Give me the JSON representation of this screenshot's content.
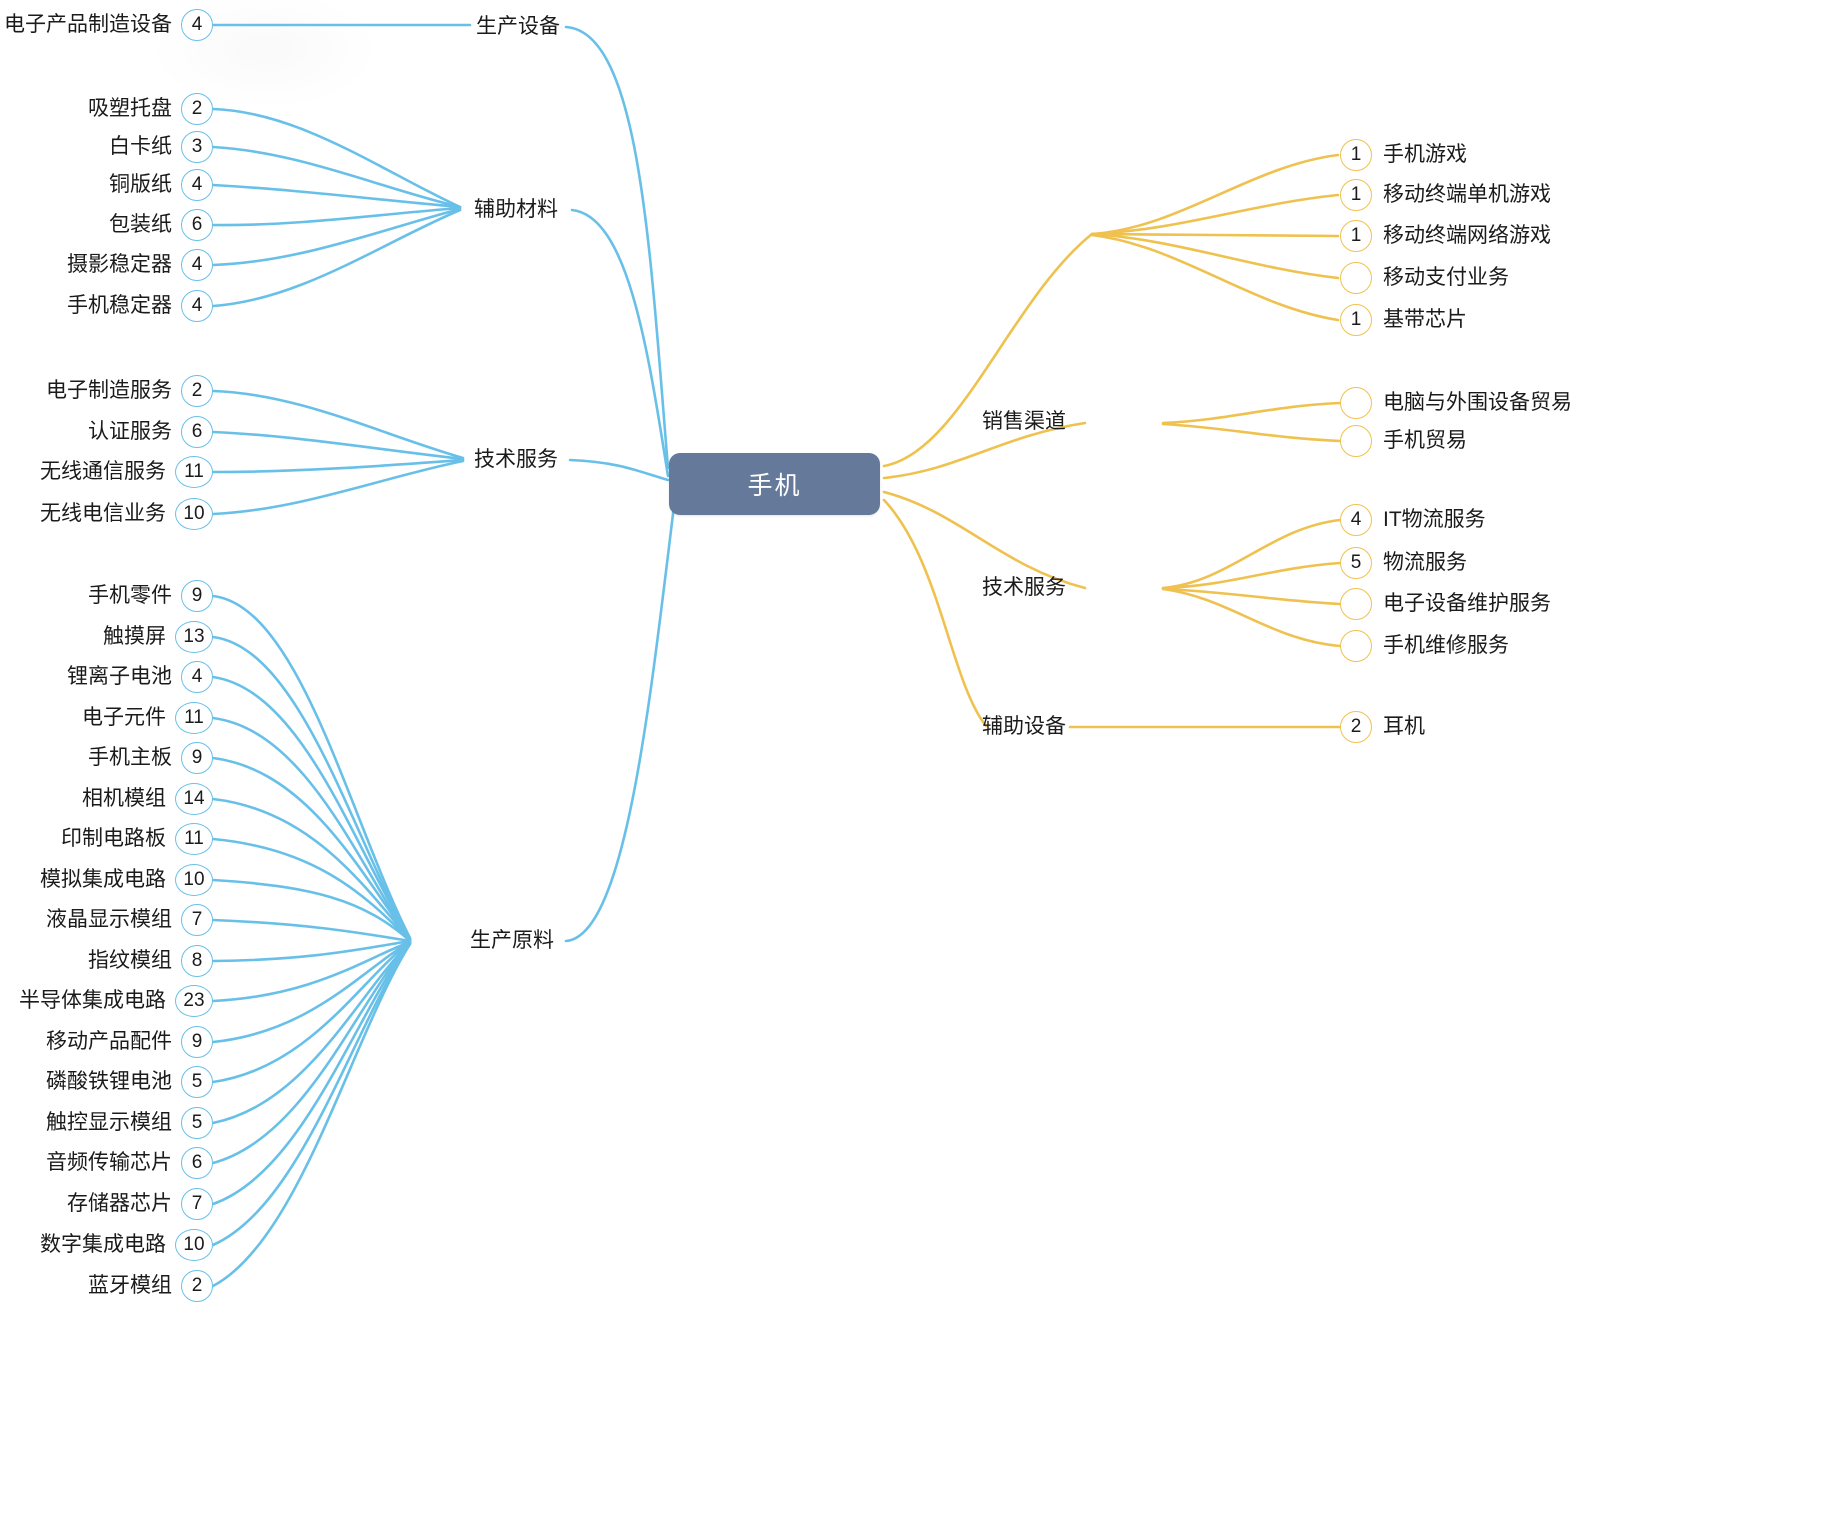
{
  "root": {
    "label": "手机",
    "color": "#65799b"
  },
  "colors": {
    "upstream": "#68c0e8",
    "downstream": "#efc14f",
    "root": "#65799b",
    "text": "#1b1b1b"
  },
  "upstream": {
    "side": "left",
    "categories": [
      {
        "name": "生产设备",
        "children": [
          {
            "label": "电子产品制造设备",
            "count": "4"
          }
        ]
      },
      {
        "name": "辅助材料",
        "children": [
          {
            "label": "吸塑托盘",
            "count": "2"
          },
          {
            "label": "白卡纸",
            "count": "3"
          },
          {
            "label": "铜版纸",
            "count": "4"
          },
          {
            "label": "包装纸",
            "count": "6"
          },
          {
            "label": "摄影稳定器",
            "count": "4"
          },
          {
            "label": "手机稳定器",
            "count": "4"
          }
        ]
      },
      {
        "name": "技术服务",
        "children": [
          {
            "label": "电子制造服务",
            "count": "2"
          },
          {
            "label": "认证服务",
            "count": "6"
          },
          {
            "label": "无线通信服务",
            "count": "11"
          },
          {
            "label": "无线电信业务",
            "count": "10"
          }
        ]
      },
      {
        "name": "生产原料",
        "children": [
          {
            "label": "手机零件",
            "count": "9"
          },
          {
            "label": "触摸屏",
            "count": "13"
          },
          {
            "label": "锂离子电池",
            "count": "4"
          },
          {
            "label": "电子元件",
            "count": "11"
          },
          {
            "label": "手机主板",
            "count": "9"
          },
          {
            "label": "相机模组",
            "count": "14"
          },
          {
            "label": "印制电路板",
            "count": "11"
          },
          {
            "label": "模拟集成电路",
            "count": "10"
          },
          {
            "label": "液晶显示模组",
            "count": "7"
          },
          {
            "label": "指纹模组",
            "count": "8"
          },
          {
            "label": "半导体集成电路",
            "count": "23"
          },
          {
            "label": "移动产品配件",
            "count": "9"
          },
          {
            "label": "磷酸铁锂电池",
            "count": "5"
          },
          {
            "label": "触控显示模组",
            "count": "5"
          },
          {
            "label": "音频传输芯片",
            "count": "6"
          },
          {
            "label": "存储器芯片",
            "count": "7"
          },
          {
            "label": "数字集成电路",
            "count": "10"
          },
          {
            "label": "蓝牙模组",
            "count": "2"
          }
        ]
      }
    ]
  },
  "downstream": {
    "side": "right",
    "categories": [
      {
        "name": "",
        "children": [
          {
            "label": "手机游戏",
            "count": "1"
          },
          {
            "label": "移动终端单机游戏",
            "count": "1"
          },
          {
            "label": "移动终端网络游戏",
            "count": "1"
          },
          {
            "label": "移动支付业务",
            "count": ""
          },
          {
            "label": "基带芯片",
            "count": "1"
          }
        ]
      },
      {
        "name": "销售渠道",
        "children": [
          {
            "label": "电脑与外围设备贸易",
            "count": ""
          },
          {
            "label": "手机贸易",
            "count": ""
          }
        ]
      },
      {
        "name": "技术服务",
        "children": [
          {
            "label": "IT物流服务",
            "count": "4"
          },
          {
            "label": "物流服务",
            "count": "5"
          },
          {
            "label": "电子设备维护服务",
            "count": ""
          },
          {
            "label": "手机维修服务",
            "count": ""
          }
        ]
      },
      {
        "name": "辅助设备",
        "children": [
          {
            "label": "耳机",
            "count": "2"
          }
        ]
      }
    ]
  }
}
